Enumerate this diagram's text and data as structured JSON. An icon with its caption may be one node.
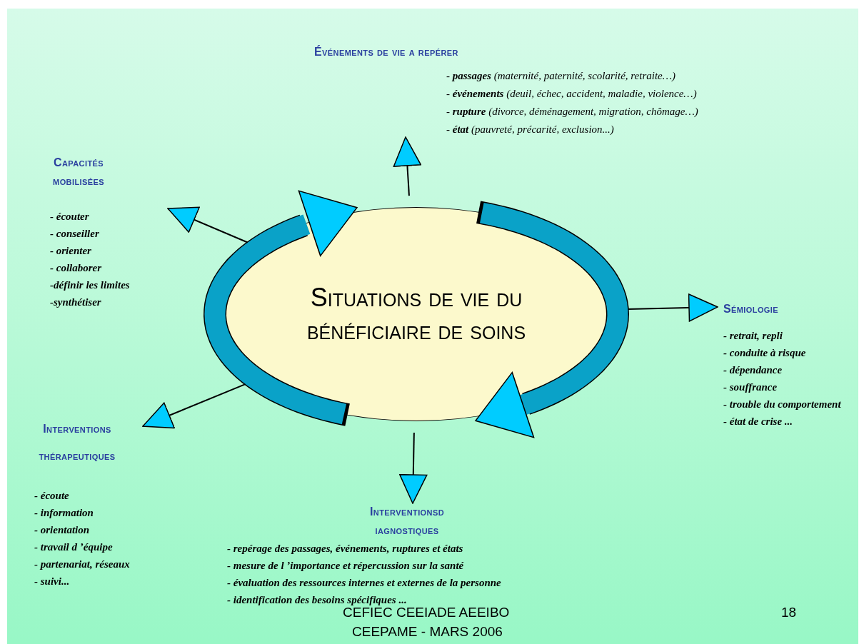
{
  "diagram": {
    "nodes": [
      {
        "text": [
          "Situations de vie du bénéficiaire de soins"
        ]
      },
      {
        "text": [
          "Événements de vie a repérer",
          "- **passages** (maternité, paternité, scolarité, retraite…)",
          "- **événements** (deuil, échec, accident, maladie, violence…)",
          "- **rupture** (divorce, déménagement, migration, chômage…)",
          "- **état** (pauvreté, précarité, exclusion...)"
        ]
      },
      {
        "text": [
          "Capacités mobilisées",
          "- écouter",
          "- conseiller",
          "- orienter",
          "- collaborer",
          "-définir les limites",
          "-synthétiser"
        ]
      },
      {
        "text": [
          "Sémiologie",
          "- retrait, repli",
          "- conduite à risque",
          "- dépendance",
          "- souffrance",
          "- trouble du comportement",
          "- état de crise ..."
        ]
      },
      {
        "text": [
          "Interventions thérapeutiques",
          "- écoute",
          "- information",
          "- orientation",
          "- travail d ’équipe",
          "- partenariat, réseaux",
          "- suivi..."
        ]
      },
      {
        "text": [
          "Interventionsd iagnostiques",
          "- repérage des passages, événements, ruptures et états",
          "- mesure de l ’importance et répercussion sur la santé",
          "- évaluation des ressources internes et externes de la personne",
          "- identification des besoins spécifiques ..."
        ]
      }
    ],
    "edges": [
      {
        "from": 0,
        "to": 1,
        "arrow": "to"
      },
      {
        "from": 0,
        "to": 2,
        "arrow": "to"
      },
      {
        "from": 0,
        "to": 3,
        "arrow": "to"
      },
      {
        "from": 0,
        "to": 4,
        "arrow": "to"
      },
      {
        "from": 0,
        "to": 5,
        "arrow": "to"
      }
    ],
    "labels": [
      "CEFIEC CEEIADE AEEIBO",
      "CEEPAME - MARS 2006",
      "18"
    ]
  }
}
